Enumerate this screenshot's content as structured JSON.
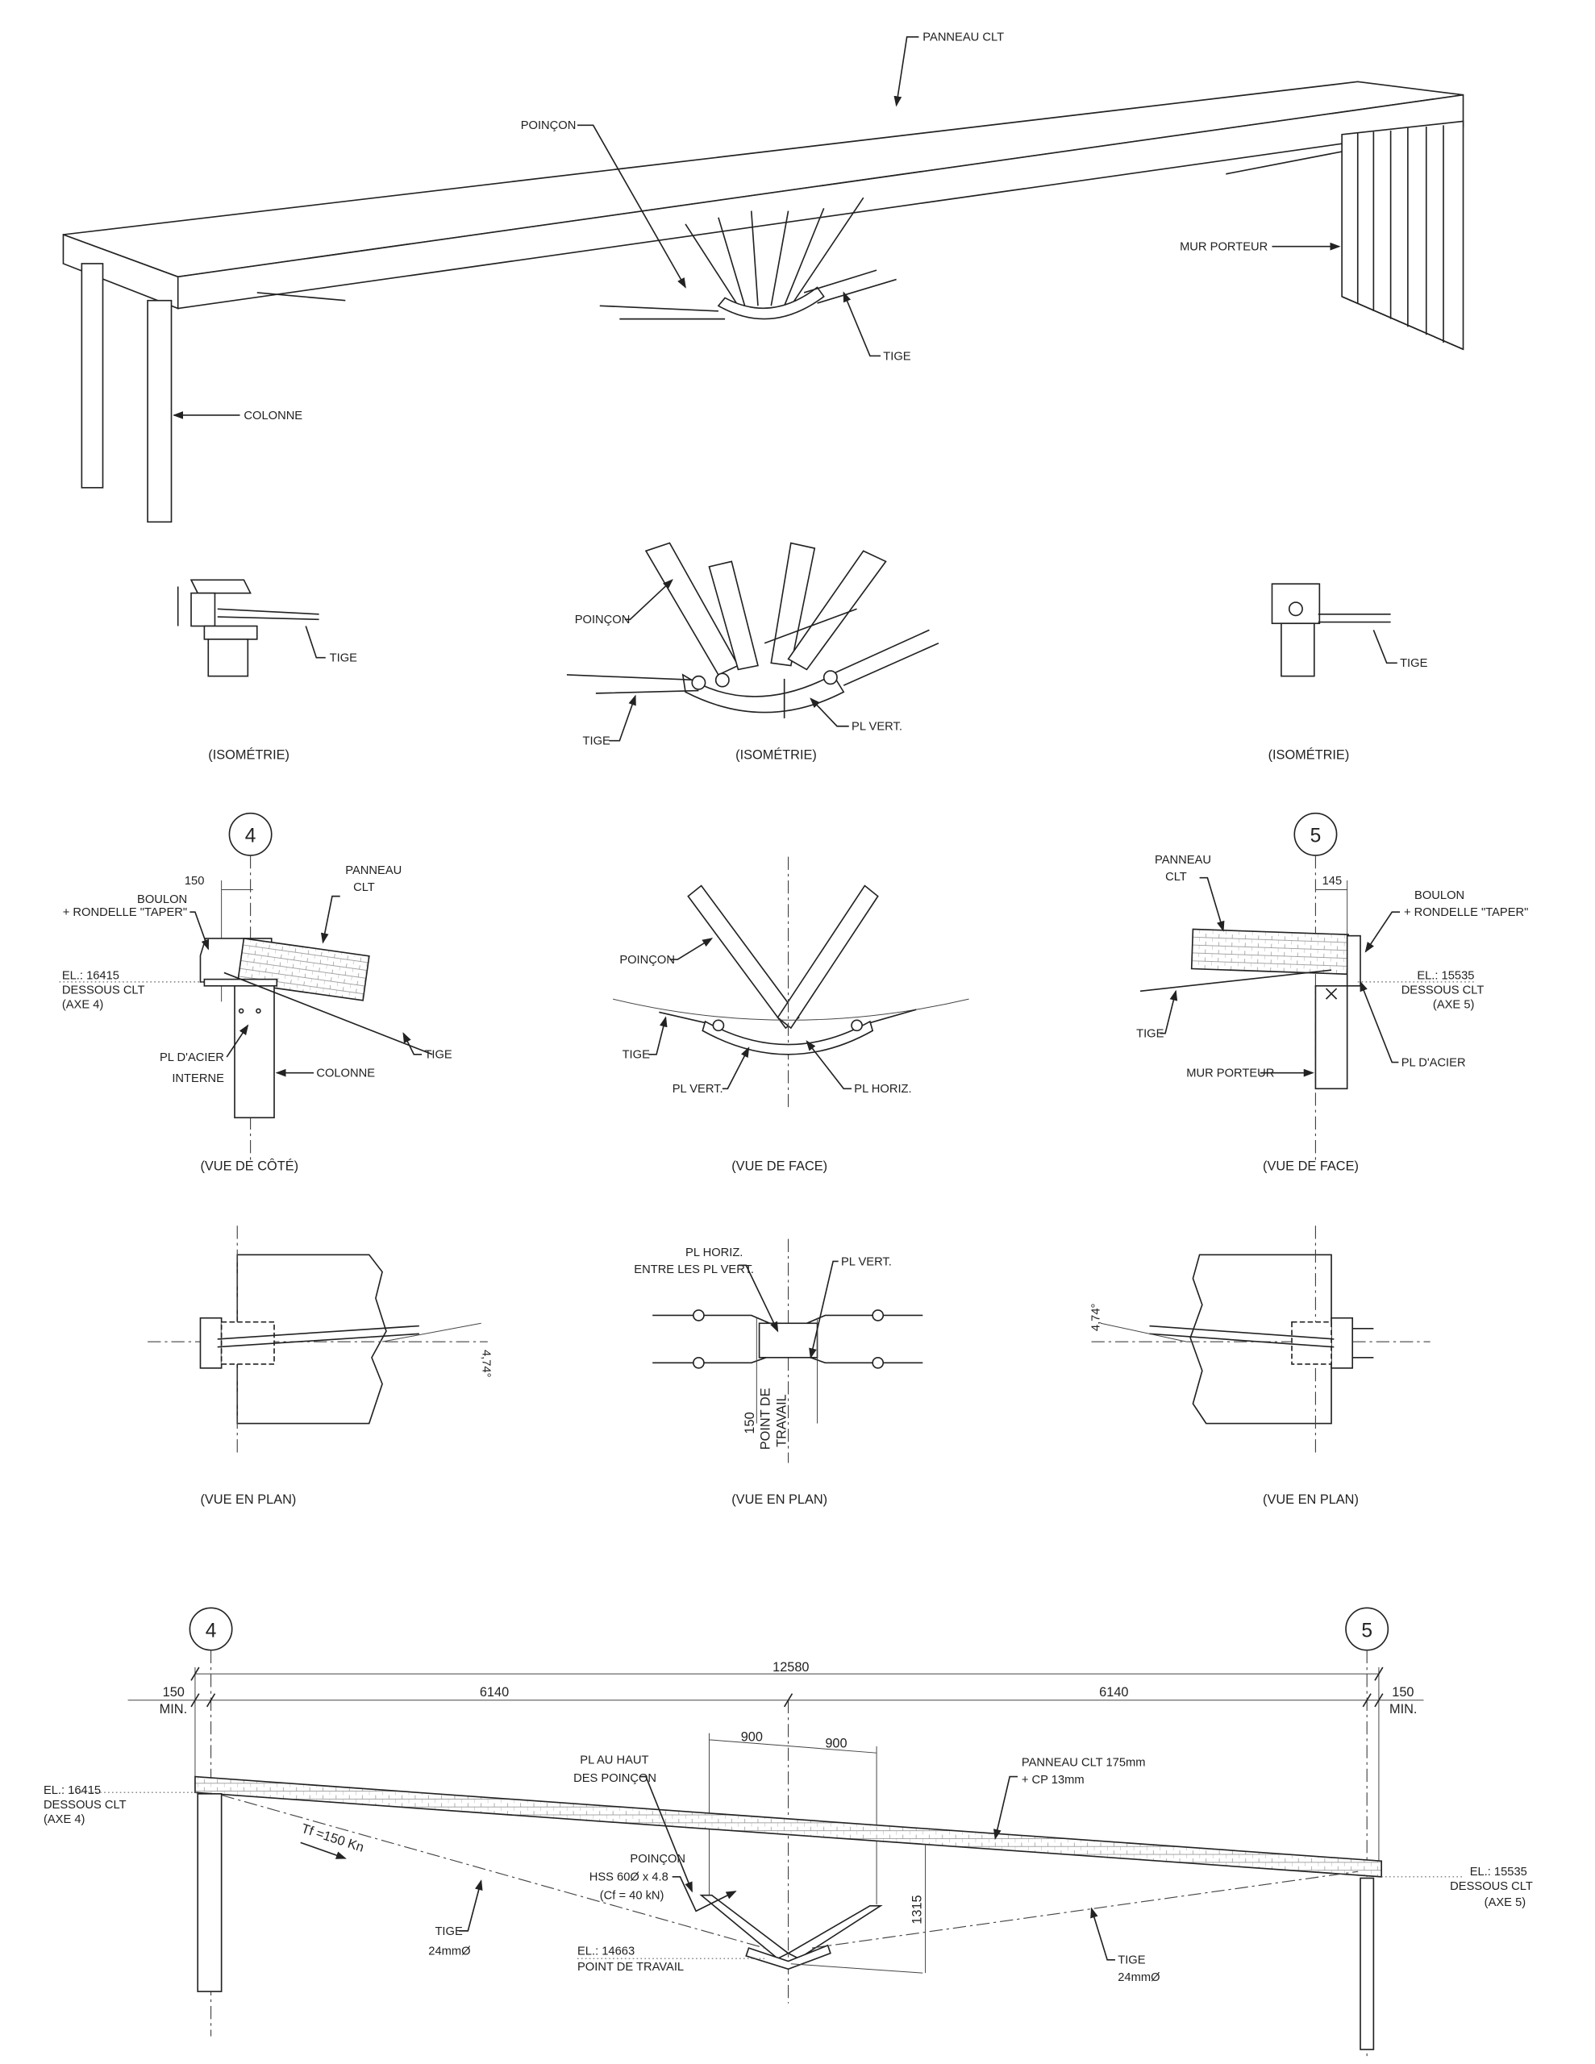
{
  "top_isometric": {
    "panel_label": "PANNEAU CLT",
    "kingpost_label": "POINÇON",
    "bearing_wall_label": "MUR PORTEUR",
    "rod_label": "TIGE",
    "column_label": "COLONNE"
  },
  "iso_details": {
    "left": {
      "rod_label": "TIGE",
      "caption": "(ISOMÉTRIE)"
    },
    "center": {
      "kingpost_label": "POINÇON",
      "rod_label": "TIGE",
      "plate_label": "PL VERT.",
      "caption": "(ISOMÉTRIE)"
    },
    "right": {
      "rod_label": "TIGE",
      "caption": "(ISOMÉTRIE)"
    }
  },
  "elevation_details": {
    "left": {
      "axis": "4",
      "dim": "150",
      "bolt_label_1": "BOULON",
      "bolt_label_2": "+ RONDELLE \"TAPER\"",
      "panel_label_1": "PANNEAU",
      "panel_label_2": "CLT",
      "el_1": "EL.: 16415",
      "el_2": "DESSOUS CLT",
      "el_3": "(AXE 4)",
      "plate_label_1": "PL D'ACIER",
      "plate_label_2": "INTERNE",
      "column_label": "COLONNE",
      "rod_label": "TIGE",
      "caption": "(VUE DE CÔTÉ)"
    },
    "center": {
      "kingpost_label": "POINÇON",
      "rod_label": "TIGE",
      "vplate_label": "PL VERT.",
      "hplate_label": "PL HORIZ.",
      "caption": "(VUE DE FACE)"
    },
    "right": {
      "axis": "5",
      "dim": "145",
      "panel_label_1": "PANNEAU",
      "panel_label_2": "CLT",
      "bolt_label_1": "BOULON",
      "bolt_label_2": "+ RONDELLE \"TAPER\"",
      "el_1": "EL.: 15535",
      "el_2": "DESSOUS CLT",
      "el_3": "(AXE 5)",
      "rod_label": "TIGE",
      "wall_label": "MUR PORTEUR",
      "plate_label": "PL D'ACIER",
      "caption": "(VUE DE FACE)"
    }
  },
  "plan_details": {
    "left": {
      "angle": "4,74°",
      "caption": "(VUE EN PLAN)"
    },
    "center": {
      "hplate_label_1": "PL HORIZ.",
      "hplate_label_2": "ENTRE LES PL VERT.",
      "vplate_label": "PL VERT.",
      "dim": "150",
      "wp_label_1": "POINT DE",
      "wp_label_2": "TRAVAIL",
      "caption": "(VUE EN PLAN)"
    },
    "right": {
      "angle": "4,74°",
      "caption": "(VUE EN PLAN)"
    }
  },
  "main_elevation": {
    "axis_left": "4",
    "axis_right": "5",
    "dim_total": "12580",
    "dim_left_min": "150",
    "dim_right_min": "150",
    "min_label": "MIN.",
    "dim_half_left": "6140",
    "dim_half_right": "6140",
    "dim_post_left": "900",
    "dim_post_right": "900",
    "dim_depth": "1315",
    "el_left_1": "EL.: 16415",
    "el_left_2": "DESSOUS CLT",
    "el_left_3": "(AXE 4)",
    "el_right_1": "EL.: 15535",
    "el_right_2": "DESSOUS CLT",
    "el_right_3": "(AXE 5)",
    "top_plate_1": "PL AU HAUT",
    "top_plate_2": "DES POINÇON",
    "panel_1": "PANNEAU CLT 175mm",
    "panel_2": "+ CP 13mm",
    "force": "Tf =150 Kn",
    "kingpost_1": "POINÇON",
    "kingpost_2": "HSS 60Ø x 4.8",
    "kingpost_3": "(Cf = 40 kN)",
    "rod_left_1": "TIGE",
    "rod_left_2": "24mmØ",
    "rod_right_1": "TIGE",
    "rod_right_2": "24mmØ",
    "wp_1": "EL.: 14663",
    "wp_2": "POINT DE TRAVAIL"
  }
}
